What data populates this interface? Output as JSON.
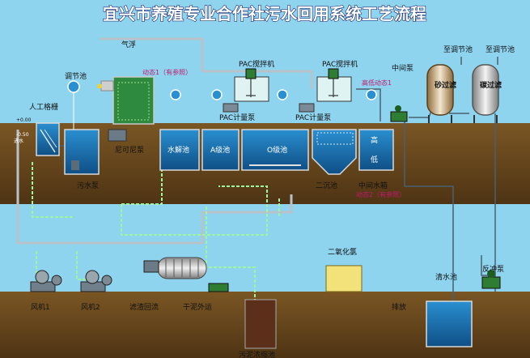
{
  "title": "宜兴市养殖专业合作社污水回用系统工艺流程",
  "labels": {
    "grille": "人工格栅",
    "tiaojie": "调节池",
    "qifu": "气浮",
    "dongtai1": "动态1（有参照）",
    "pac1": "PAC搅拌机",
    "pac2": "PAC搅拌机",
    "zhongjianbeng": "中间泵",
    "gaoxiao": "高低动态1",
    "zhi_tiaojie1": "至调节池",
    "zhi_tiaojie2": "至调节池",
    "shaguolv": "砂过滤",
    "tanguolv": "碳过滤",
    "paceng1": "PAC计量泵",
    "paceng2": "PAC计量泵",
    "shuijie": "水解池",
    "aji": "A级池",
    "oji": "O级池",
    "erchen": "二沉池",
    "zhongjian": "中间水箱",
    "dongtai2": "动态2（有参照）",
    "gao": "高",
    "di": "低",
    "wushuibeng": "污水泵",
    "nikeni": "尼可尼泵",
    "in_water": "进水",
    "level": "+0.00",
    "level2": "-0.50",
    "fengji1": "风机1",
    "fengji2": "风机2",
    "luzha": "滤渣回流",
    "ganni": "干泥外运",
    "eryanghua": "二氧化氯",
    "qingshui": "清水池",
    "fanchong": "反冲泵",
    "paifang": "排放",
    "wuni": "污泥浓缩池"
  },
  "colors": {
    "sky": "#8fd4ef",
    "ground": "#6b4a1e",
    "water": "#1f6fa8",
    "tank_top": "#2a8fd0"
  }
}
